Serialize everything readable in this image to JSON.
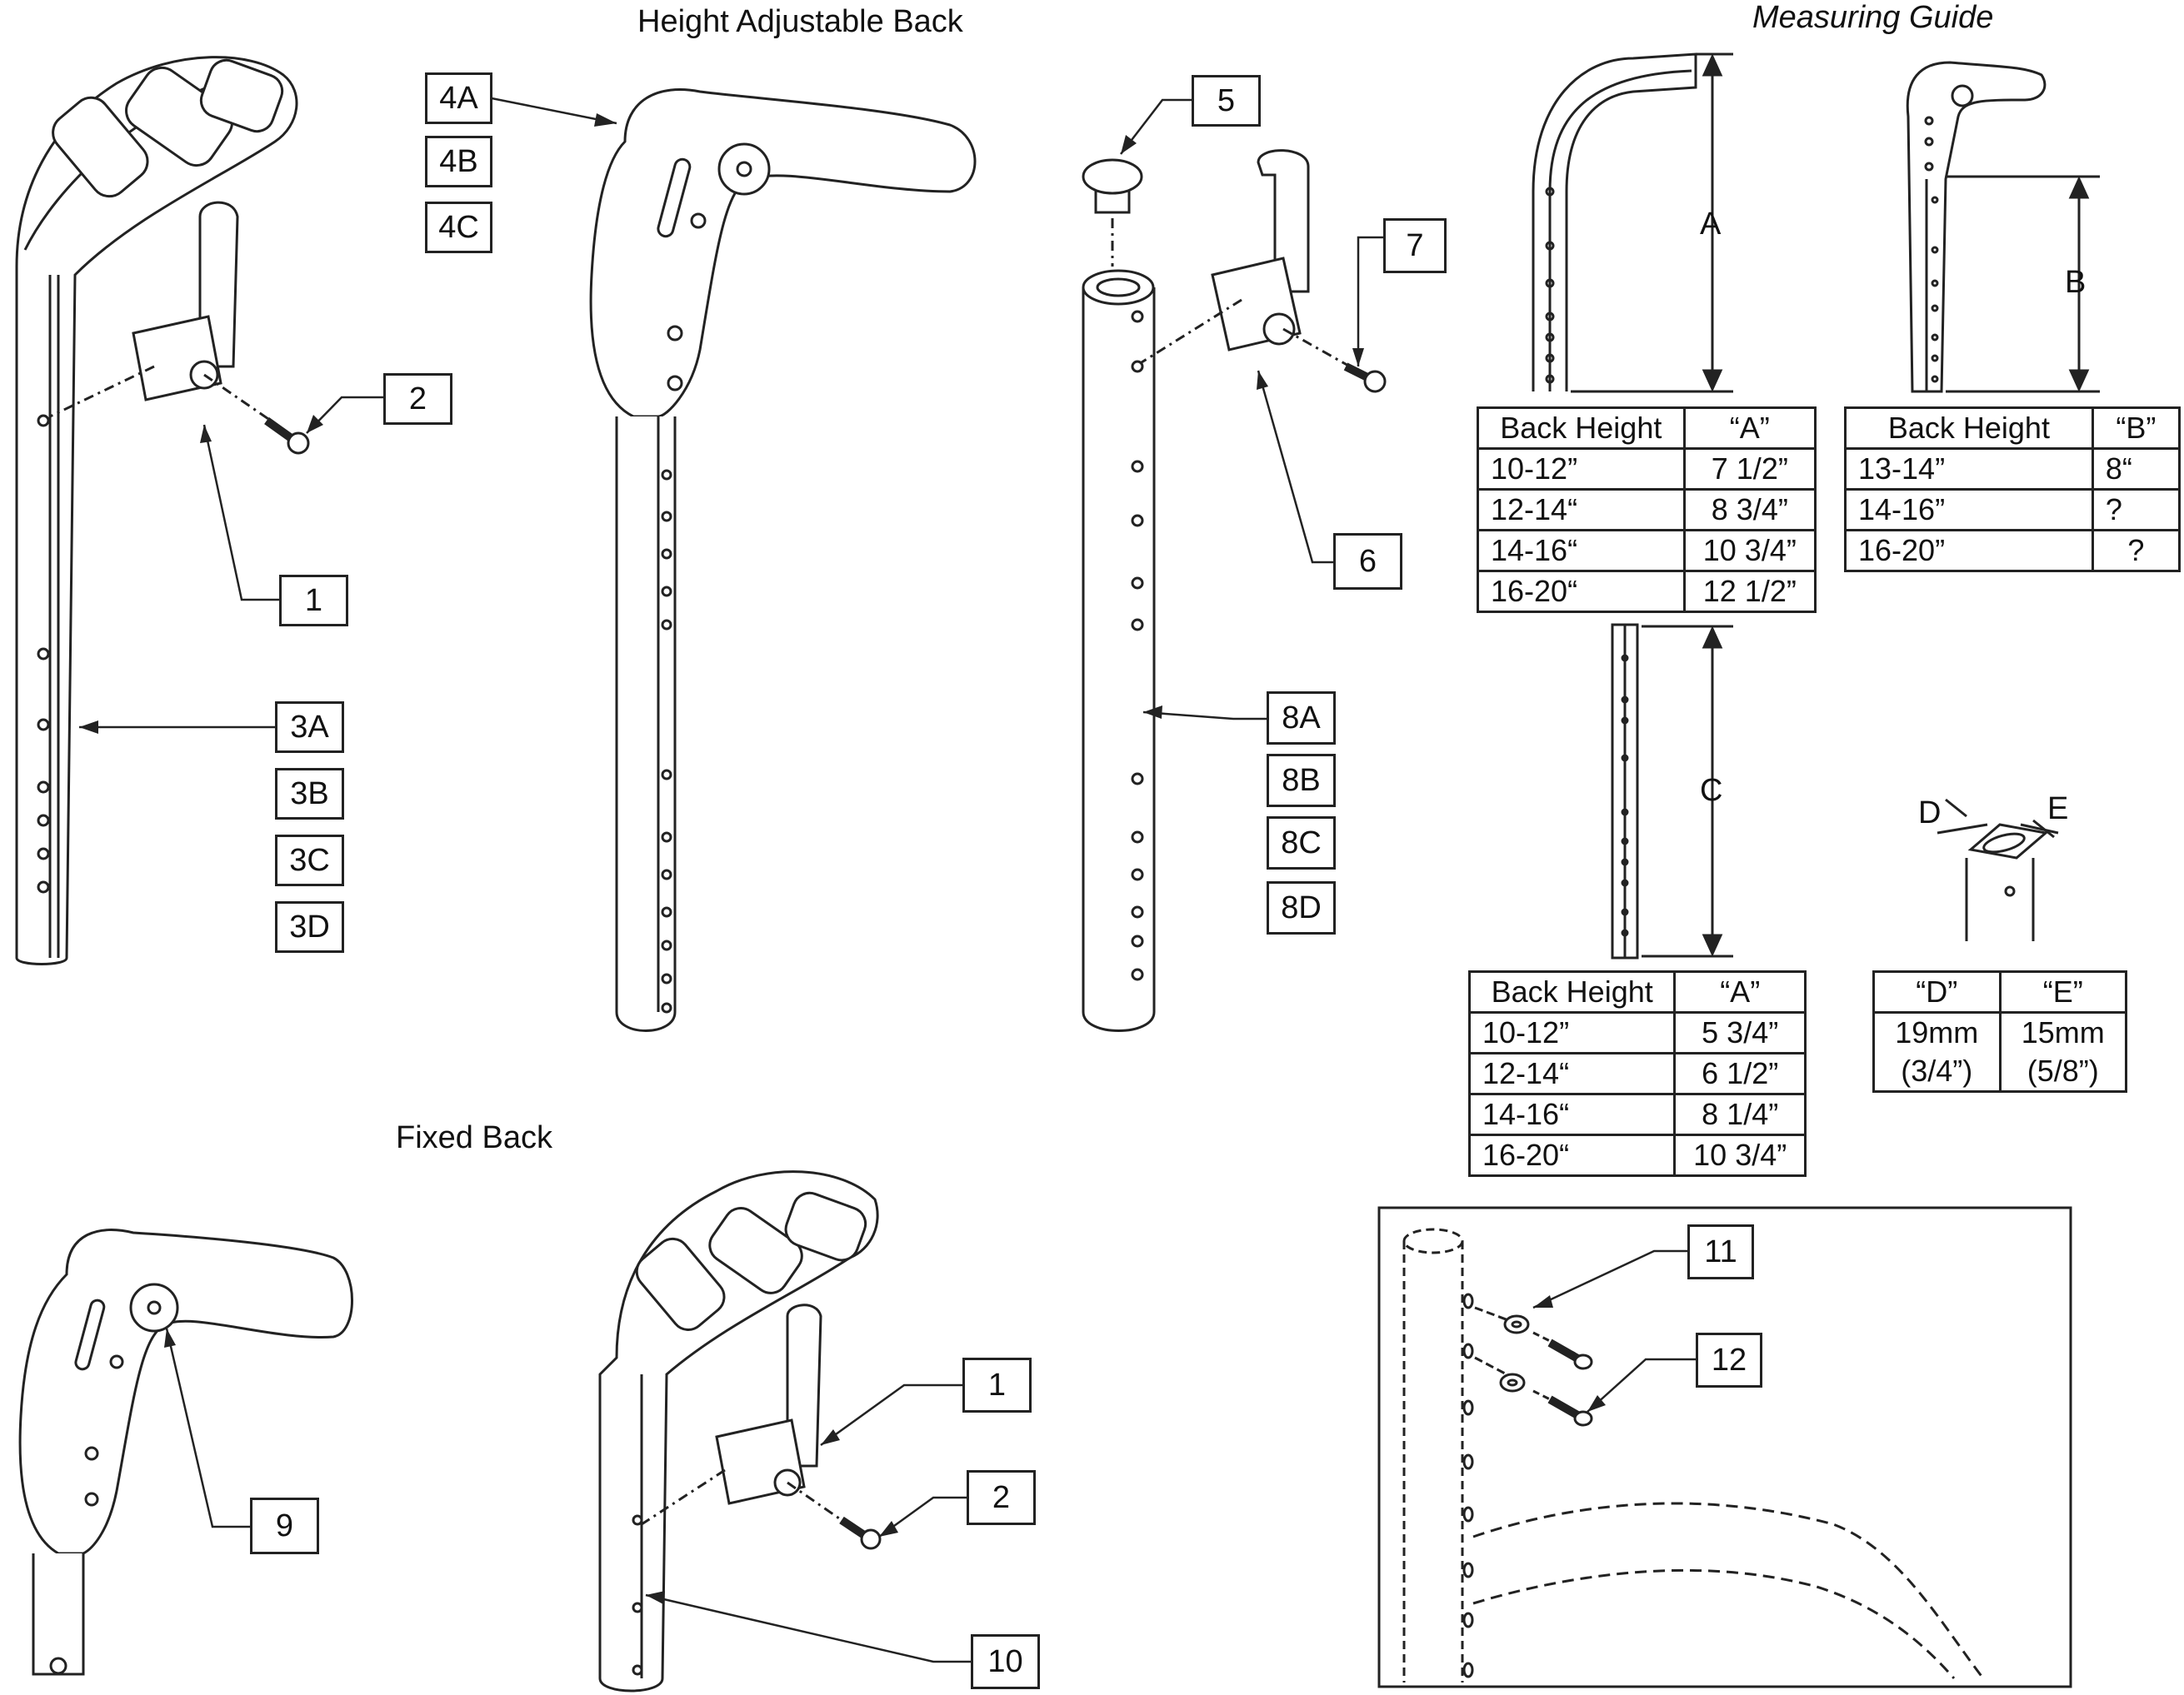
{
  "headings": {
    "height_adjustable": "Height Adjustable Back",
    "measuring_guide": "Measuring Guide",
    "fixed_back": "Fixed Back"
  },
  "callouts": {
    "c1_top": "1",
    "c2_top": "2",
    "c3a": "3A",
    "c3b": "3B",
    "c3c": "3C",
    "c3d": "3D",
    "c4a": "4A",
    "c4b": "4B",
    "c4c": "4C",
    "c5": "5",
    "c6": "6",
    "c7": "7",
    "c8a": "8A",
    "c8b": "8B",
    "c8c": "8C",
    "c8d": "8D",
    "c9": "9",
    "c1_bottom": "1",
    "c2_bottom": "2",
    "c10": "10",
    "c11": "11",
    "c12": "12"
  },
  "dimension_labels": {
    "a": "A",
    "b": "B",
    "c": "C",
    "d": "D",
    "e": "E"
  },
  "table_a": {
    "headers": [
      "Back Height",
      "“A”"
    ],
    "rows": [
      [
        "10-12”",
        "7 1/2”"
      ],
      [
        "12-14“",
        "8 3/4”"
      ],
      [
        "14-16“",
        "10 3/4”"
      ],
      [
        "16-20“",
        "12 1/2”"
      ]
    ]
  },
  "table_b": {
    "headers": [
      "Back Height",
      "“B”"
    ],
    "rows": [
      [
        "13-14”",
        "8“"
      ],
      [
        "14-16”",
        "?"
      ],
      [
        "16-20”",
        "?"
      ]
    ]
  },
  "table_c": {
    "headers": [
      "Back Height",
      "“A”"
    ],
    "rows": [
      [
        "10-12”",
        "5 3/4”"
      ],
      [
        "12-14“",
        "6 1/2”"
      ],
      [
        "14-16“",
        "8 1/4”"
      ],
      [
        "16-20“",
        "10 3/4”"
      ]
    ]
  },
  "table_de": {
    "headers": [
      "“D”",
      "“E”"
    ],
    "rows": [
      [
        "19mm",
        "15mm"
      ],
      [
        "(3/4”)",
        "(5/8”)"
      ]
    ]
  }
}
